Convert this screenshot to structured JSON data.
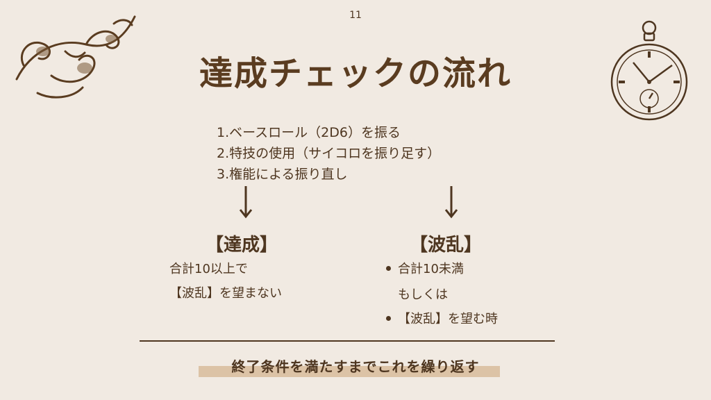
{
  "page_number": "11",
  "title": "達成チェックの流れ",
  "steps": [
    "1.ベースロール（2D6）を振る",
    "2.特技の使用（サイコロを振り足す）",
    "3.権能による振り直し"
  ],
  "left": {
    "heading": "【達成】",
    "lines": [
      "合計10以上で",
      "【波乱】を望まない"
    ]
  },
  "right": {
    "heading": "【波乱】",
    "bullet1": "合計10未満",
    "bullet1_cont": "もしくは",
    "bullet2": "【波乱】を望む時"
  },
  "footer": "終了条件を満たすまでこれを繰り返す",
  "colors": {
    "text": "#4e3620",
    "background": "#f1eae2",
    "highlight": "#dcc3a6"
  }
}
